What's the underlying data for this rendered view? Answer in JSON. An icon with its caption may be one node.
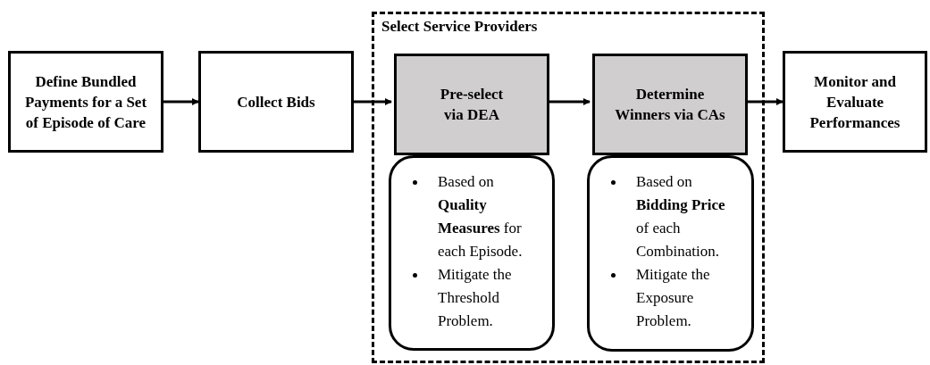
{
  "diagram": {
    "nodes": [
      {
        "text": [
          "Define Bundled Payments for a Set of Episode of Care"
        ]
      },
      {
        "text": [
          "Collect Bids"
        ]
      },
      {
        "text": [
          "Select Service Providers"
        ]
      },
      {
        "text": [
          "Pre-select via DEA"
        ],
        "in": 2
      },
      {
        "text": [
          "Based on **Quality Measures** for each Episode.",
          "Mitigate the Threshold Problem."
        ],
        "in": 2
      },
      {
        "text": [
          "Determine Winners via CAs"
        ],
        "in": 2
      },
      {
        "text": [
          "Based on **Bidding Price** of each Combination.",
          "Mitigate the Exposure Problem."
        ],
        "in": 2
      },
      {
        "text": [
          "Monitor and Evaluate Performances"
        ]
      }
    ],
    "edges": [
      {
        "from": 0,
        "to": 1,
        "arrow": "to"
      },
      {
        "from": 1,
        "to": 3,
        "arrow": "to"
      },
      {
        "from": 3,
        "to": 5,
        "arrow": "to"
      },
      {
        "from": 5,
        "to": 7,
        "arrow": "to"
      }
    ]
  }
}
